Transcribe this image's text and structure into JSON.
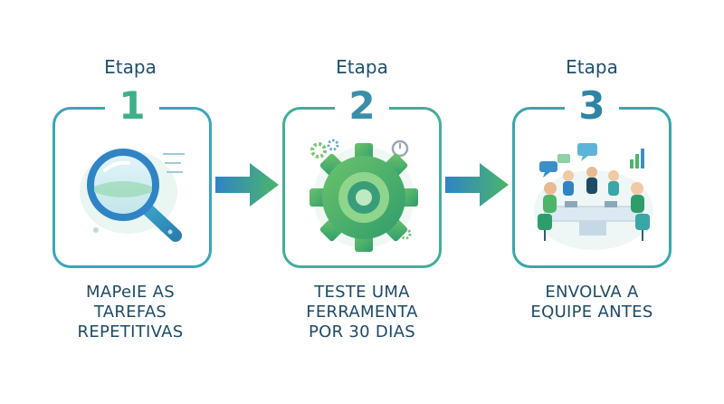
{
  "steps": [
    {
      "heading": "Etapa",
      "number": "1",
      "icon": "magnifying-glass-icon",
      "caption_lines": [
        "MAPeIE AS",
        "TAREFAS",
        "REPETITIVAS"
      ]
    },
    {
      "heading": "Etapa",
      "number": "2",
      "icon": "gear-icon",
      "caption_lines": [
        "TESTE UMA",
        "FERRAMENTA",
        "POR 30 DIAS"
      ]
    },
    {
      "heading": "Etapa",
      "number": "3",
      "icon": "team-meeting-icon",
      "caption_lines": [
        "ENVOLVA A",
        "EQUIPE ANTES"
      ]
    }
  ],
  "connectors": [
    "arrow-right-icon",
    "arrow-right-icon"
  ],
  "colors": {
    "navy": "#1f4f6b",
    "teal": "#3aa6b8",
    "green": "#4cb56a",
    "blue": "#2f84c5"
  }
}
